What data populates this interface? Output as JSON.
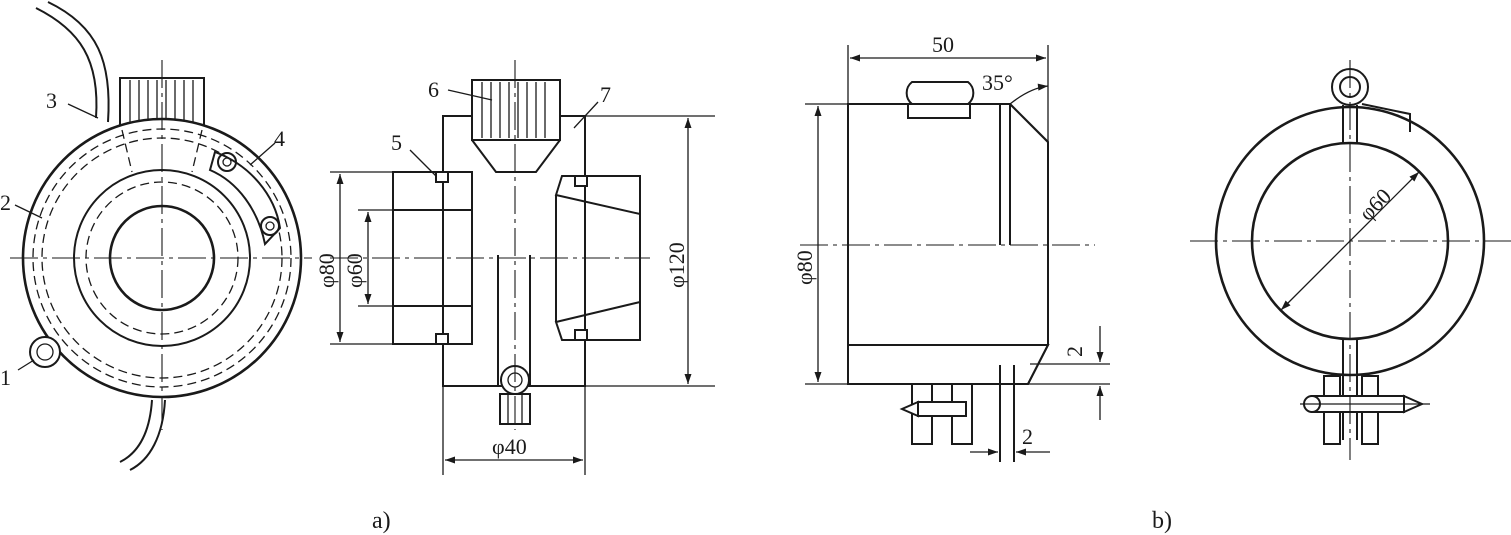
{
  "figure_a": {
    "part_labels": [
      "1",
      "2",
      "3",
      "4",
      "5",
      "6",
      "7"
    ],
    "dims": {
      "d80": "φ80",
      "d60": "φ60",
      "d120": "φ120",
      "d40": "φ40"
    },
    "caption": "a)"
  },
  "figure_b": {
    "dims": {
      "len50": "50",
      "angle35": "35°",
      "d80": "φ80",
      "gap2a": "2",
      "gap2b": "2",
      "d60": "φ60"
    },
    "caption": "b)"
  }
}
